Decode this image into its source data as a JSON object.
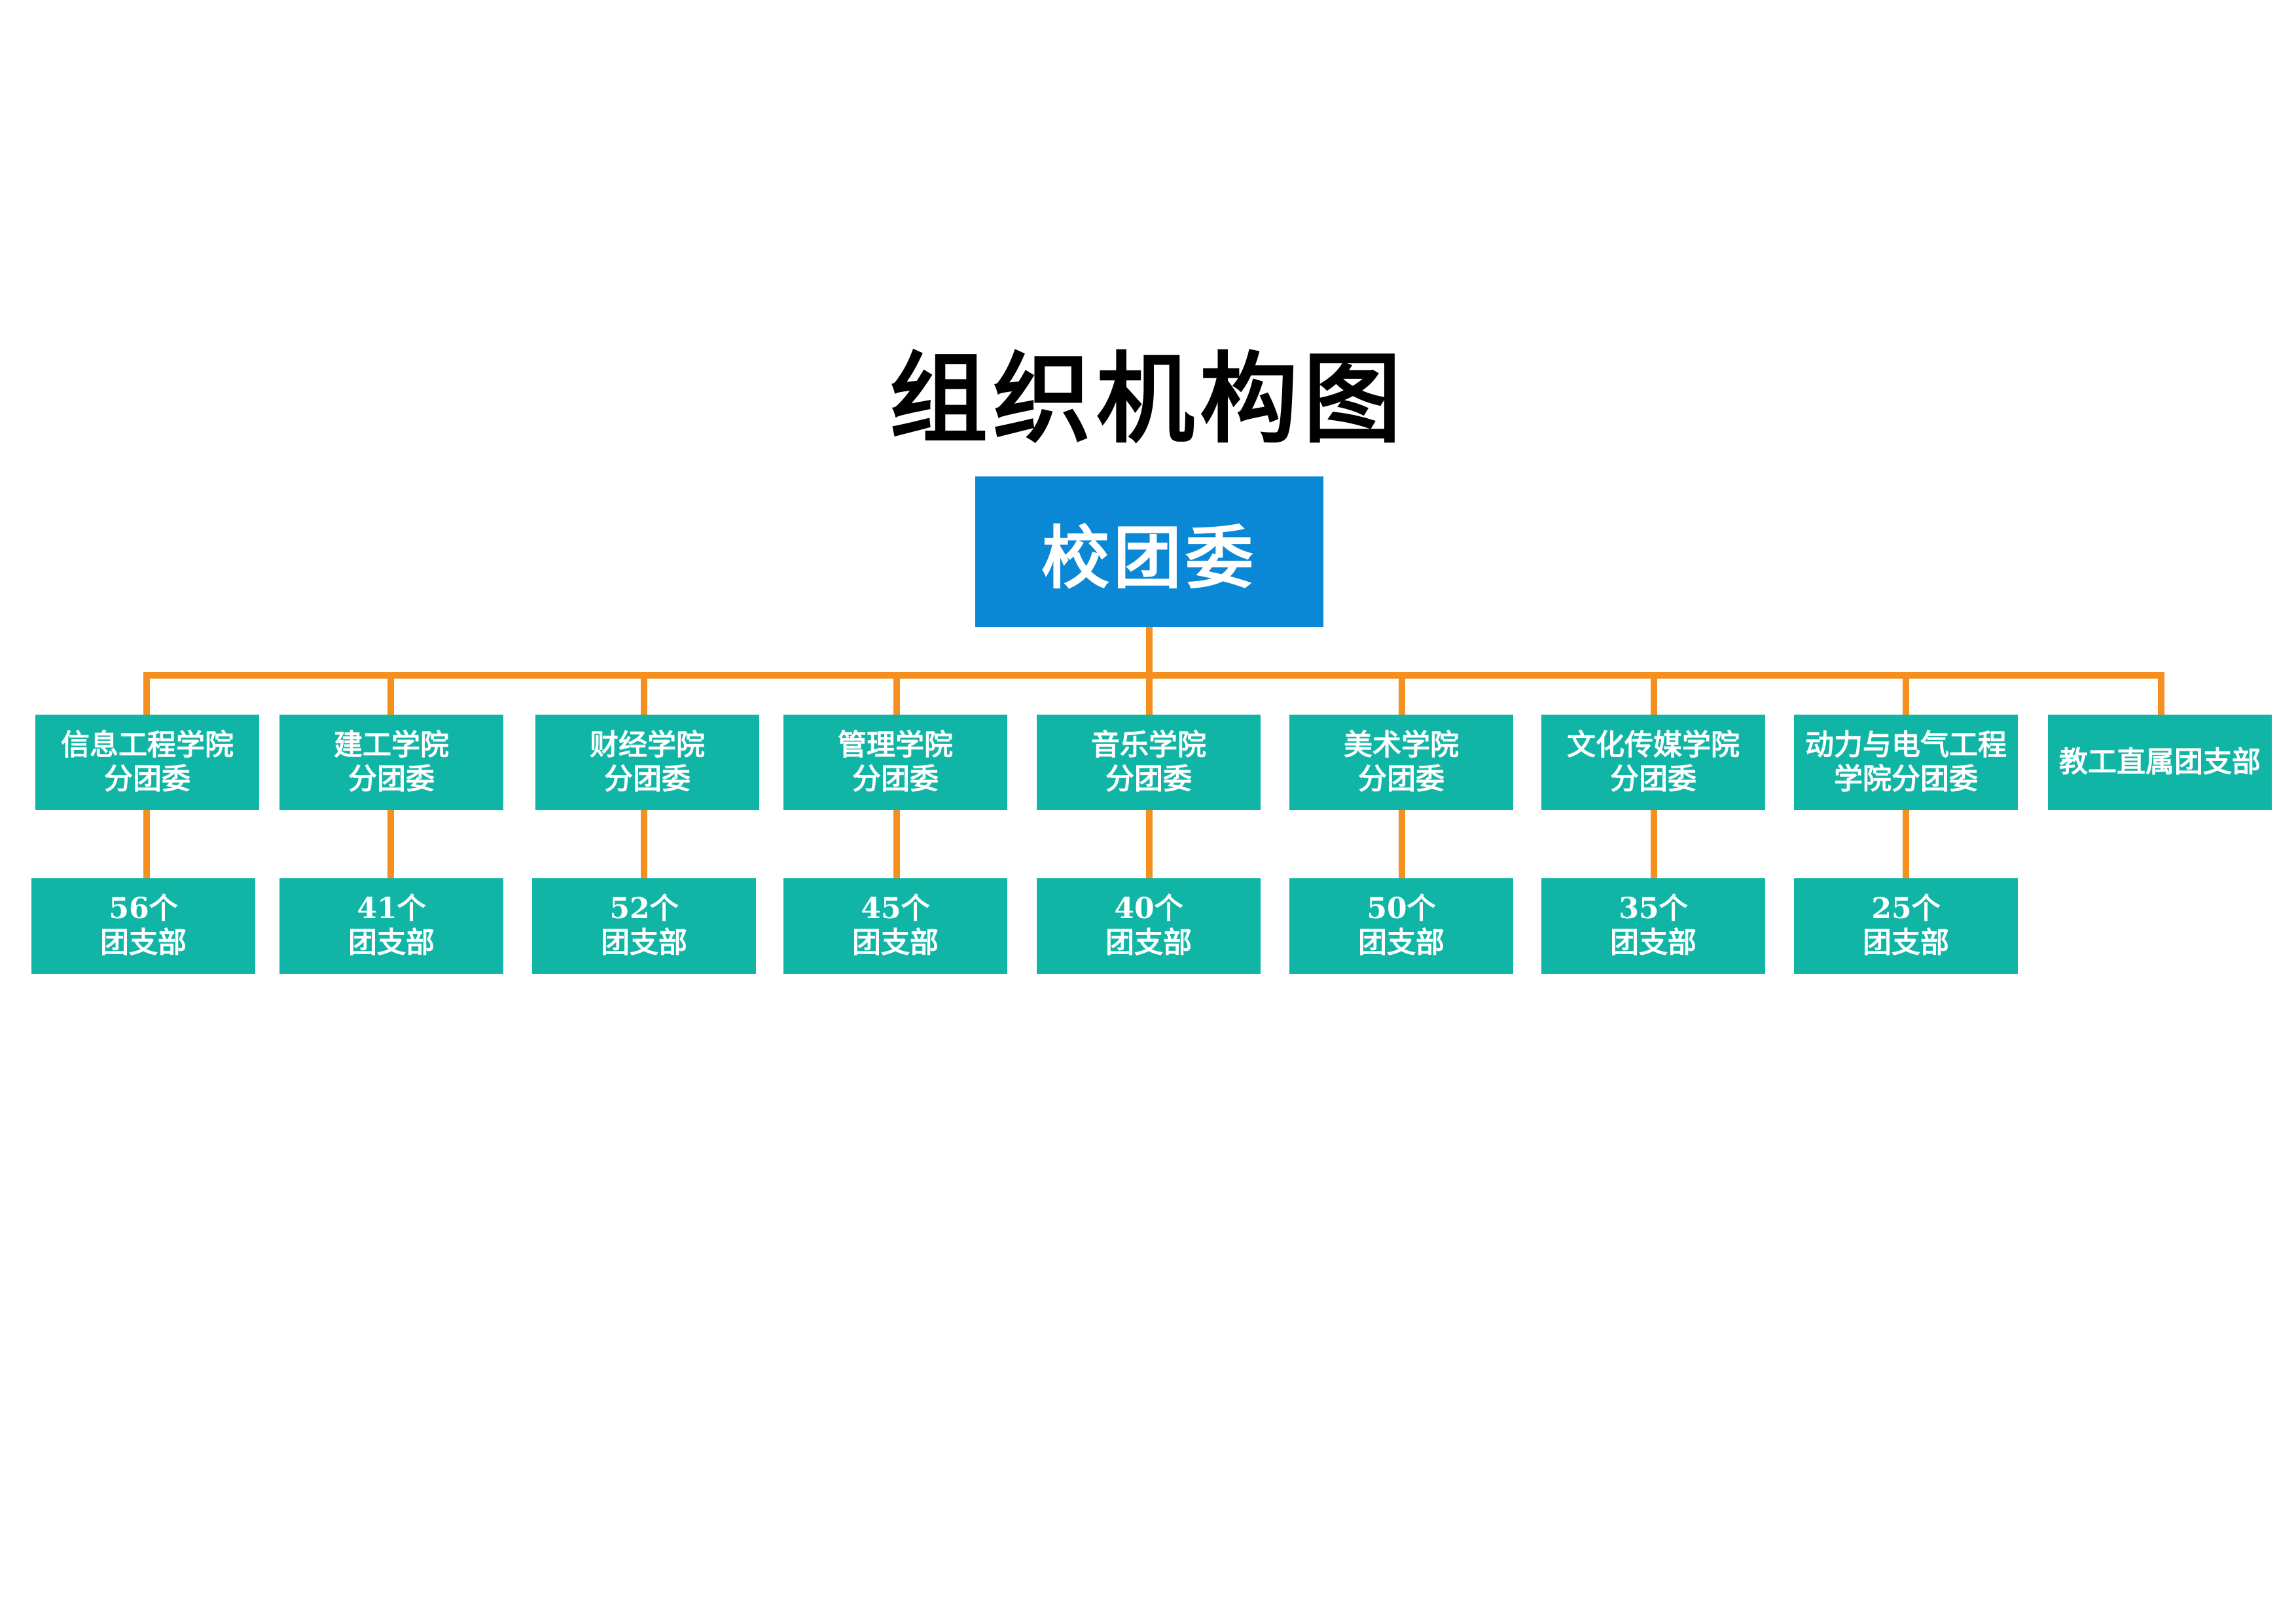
{
  "title": "组织机构图",
  "root": {
    "label": "校团委"
  },
  "colors": {
    "root_box": "#0A88D6",
    "unit_box": "#10B5A5",
    "connector": "#F5901E",
    "text": "#FFFFFF",
    "title_text": "#000000"
  },
  "units": [
    {
      "line1": "信息工程学院",
      "line2": "分团委",
      "branch_line1": "56个",
      "branch_line2": "团支部"
    },
    {
      "line1": "建工学院",
      "line2": "分团委",
      "branch_line1": "41个",
      "branch_line2": "团支部"
    },
    {
      "line1": "财经学院",
      "line2": "分团委",
      "branch_line1": "52个",
      "branch_line2": "团支部"
    },
    {
      "line1": "管理学院",
      "line2": "分团委",
      "branch_line1": "45个",
      "branch_line2": "团支部"
    },
    {
      "line1": "音乐学院",
      "line2": "分团委",
      "branch_line1": "40个",
      "branch_line2": "团支部"
    },
    {
      "line1": "美术学院",
      "line2": "分团委",
      "branch_line1": "50个",
      "branch_line2": "团支部"
    },
    {
      "line1": "文化传媒学院",
      "line2": "分团委",
      "branch_line1": "35个",
      "branch_line2": "团支部"
    },
    {
      "line1": "动力与电气工程",
      "line2": "学院分团委",
      "branch_line1": "25个",
      "branch_line2": "团支部"
    },
    {
      "line1": "教工直属团支部",
      "line2": ""
    }
  ]
}
